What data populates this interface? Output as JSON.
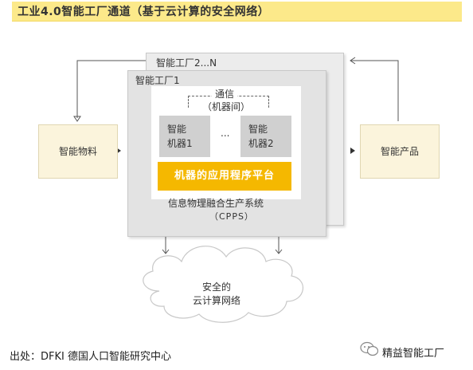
{
  "title": "工业4.0智能工厂通道（基于云计算的安全网络）",
  "factory_n_label": "智能工厂2...N",
  "factory_1_label": "智能工厂1",
  "communication": {
    "line1": "通信",
    "line2": "（机器间）"
  },
  "machine1": {
    "line1": "智能",
    "line2": "机器1"
  },
  "machine2": {
    "line1": "智能",
    "line2": "机器2"
  },
  "ellipsis": "...",
  "platform_label": "机器的应用程序平台",
  "cpps": {
    "line1": "信息物理融合生产系统",
    "line2": "（CPPS）"
  },
  "left_box_label": "智能物料",
  "right_box_label": "智能产品",
  "cloud": {
    "line1": "安全的",
    "line2": "云计算网络"
  },
  "source": "出处：DFKI 德国人口智能研究中心",
  "brand": "精益智能工厂",
  "colors": {
    "title_bg": "#fce98a",
    "platform": "#f5b800",
    "side_box": "#fbf4dc",
    "factory_box": "#e3e3e3",
    "machine": "#d0d0d0"
  }
}
